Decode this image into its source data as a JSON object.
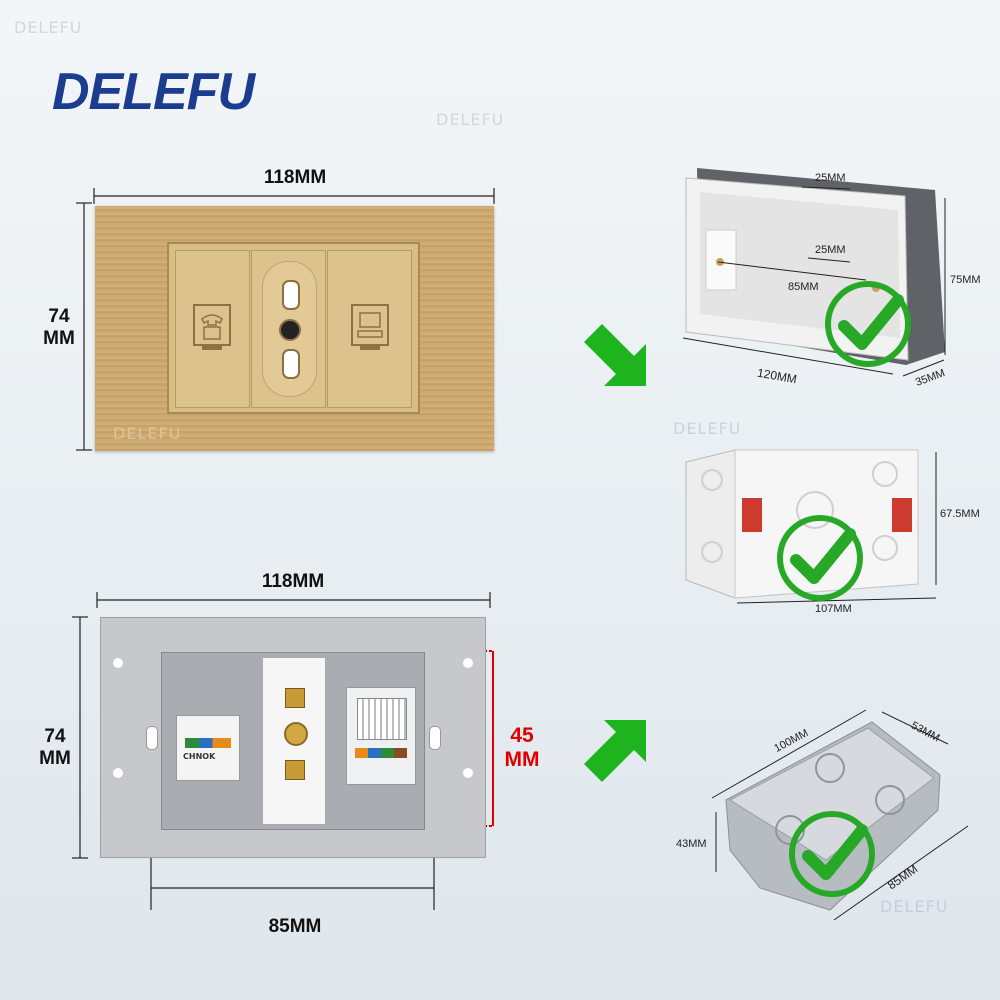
{
  "brand": {
    "logo": "DELEFU",
    "watermark": "DELEFU",
    "watermark_faint": "DELEFU"
  },
  "top_panel": {
    "width_label": "118MM",
    "height_label_line1": "74",
    "height_label_line2": "MM",
    "colors": {
      "plate": "#c9a86f",
      "accent": "#d9b97e"
    }
  },
  "bottom_panel": {
    "width_label": "118MM",
    "height_label_line1": "74",
    "height_label_line2": "MM",
    "module_height_line1": "45",
    "module_height_line2": "MM",
    "screw_spacing_label": "85MM",
    "module_left_text": "CHNOK"
  },
  "box1": {
    "top_slot": "25MM",
    "inner_slot": "25MM",
    "screw_span": "85MM",
    "length": "120MM",
    "height": "75MM",
    "depth": "35MM"
  },
  "box2": {
    "height": "67.5MM",
    "length": "107MM"
  },
  "box3": {
    "length": "100MM",
    "width": "53MM",
    "height": "43MM",
    "screw_span": "85MM"
  },
  "icons": [
    "green-arrow-icon",
    "green-checkmark-icon"
  ],
  "colors": {
    "arrow": "#1db41d",
    "check": "#27a827",
    "dim_red": "#e00000",
    "logo_blue": "#1c3d8f",
    "logo_orange": "#f0a400"
  }
}
